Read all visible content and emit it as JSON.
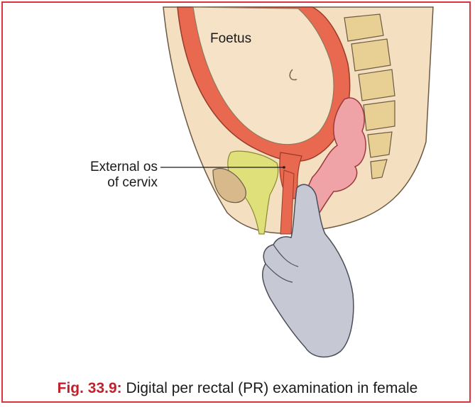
{
  "labels": {
    "foetus": "Foetus",
    "external_os_line1": "External os",
    "external_os_line2": "of cervix"
  },
  "caption": {
    "fig_number": "Fig. 33.9:",
    "text": "Digital per rectal (PR) examination in female"
  },
  "colors": {
    "frame": "#d9343f",
    "skin": "#f4dfc0",
    "uterus_wall": "#e8694f",
    "foetus": "#f6e2c6",
    "rectum": "#f0a3a6",
    "bladder": "#e0e07a",
    "sacrum": "#e8cf93",
    "pubis": "#d8b98c",
    "glove": "#c6c9d4"
  }
}
